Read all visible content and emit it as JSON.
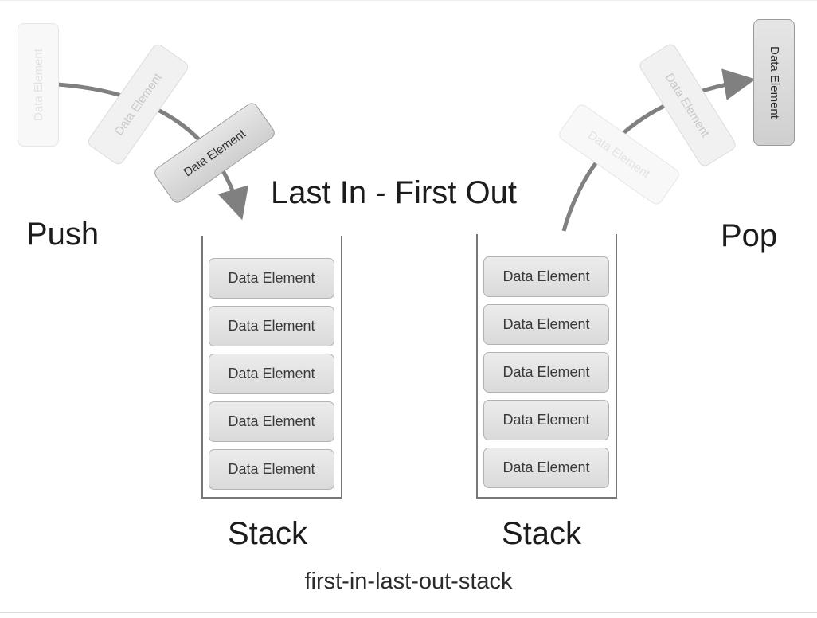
{
  "diagram": {
    "title": "Last In - First Out",
    "push_label": "Push",
    "pop_label": "Pop",
    "caption": "first-in-last-out-stack",
    "element_label": "Data Element",
    "left_stack": {
      "label": "Stack",
      "items": [
        "Data Element",
        "Data Element",
        "Data Element",
        "Data Element",
        "Data Element"
      ]
    },
    "right_stack": {
      "label": "Stack",
      "items": [
        "Data Element",
        "Data Element",
        "Data Element",
        "Data Element",
        "Data Element"
      ]
    },
    "push_tiles": [
      "Data Element",
      "Data Element",
      "Data Element"
    ],
    "pop_tiles": [
      "Data Element",
      "Data Element",
      "Data Element"
    ],
    "colors": {
      "arrow": "#808080",
      "stack_border": "#777777",
      "element_fill": "#e0e0e0"
    }
  }
}
